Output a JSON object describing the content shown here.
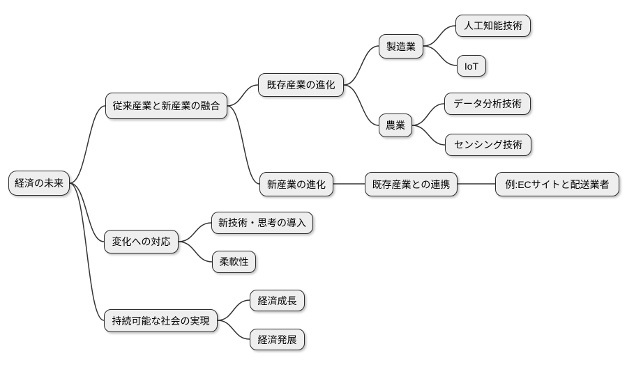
{
  "diagram": {
    "type": "mindmap",
    "colors": {
      "background": "#ffffff",
      "node_fill": "#eeeeee",
      "node_border": "#333333",
      "connector": "#333333",
      "text": "#000000"
    },
    "nodes": {
      "root": "経済の未来",
      "fusion": "従来産業と新産業の融合",
      "exist_evo": "既存産業の進化",
      "manu": "製造業",
      "ai": "人工知能技術",
      "iot": "IoT",
      "agri": "農業",
      "data": "データ分析技術",
      "sensing": "センシング技術",
      "new_evo": "新産業の進化",
      "collab": "既存産業との連携",
      "example": "例:ECサイトと配送業者",
      "change": "変化への対応",
      "newtech": "新技術・思考の導入",
      "flex": "柔軟性",
      "sustain": "持続可能な社会の実現",
      "growth": "経済成長",
      "devel": "経済発展"
    },
    "edges": [
      [
        "root",
        "fusion"
      ],
      [
        "root",
        "change"
      ],
      [
        "root",
        "sustain"
      ],
      [
        "fusion",
        "exist_evo"
      ],
      [
        "fusion",
        "new_evo"
      ],
      [
        "exist_evo",
        "manu"
      ],
      [
        "exist_evo",
        "agri"
      ],
      [
        "manu",
        "ai"
      ],
      [
        "manu",
        "iot"
      ],
      [
        "agri",
        "data"
      ],
      [
        "agri",
        "sensing"
      ],
      [
        "new_evo",
        "collab"
      ],
      [
        "collab",
        "example"
      ],
      [
        "change",
        "newtech"
      ],
      [
        "change",
        "flex"
      ],
      [
        "sustain",
        "growth"
      ],
      [
        "sustain",
        "devel"
      ]
    ]
  }
}
